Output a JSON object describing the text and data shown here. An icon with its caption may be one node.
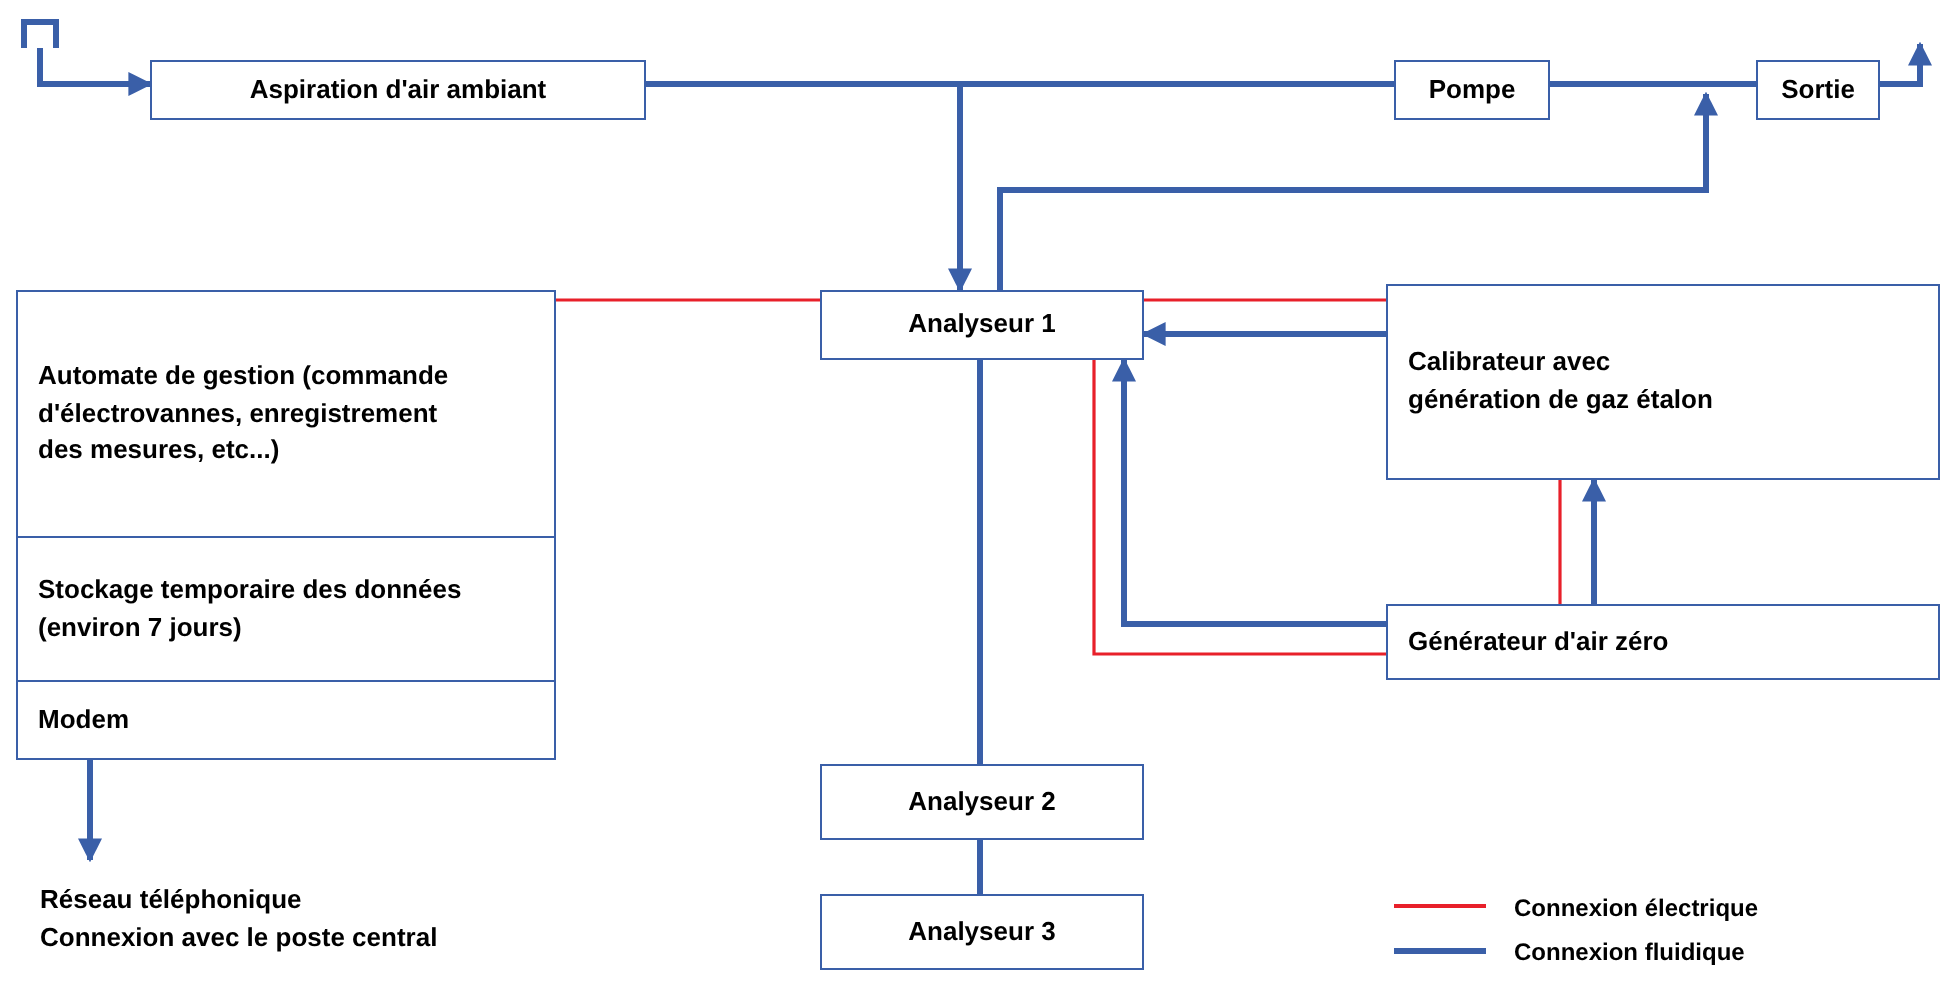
{
  "diagram": {
    "nodes": [
      {
        "text": [
          "Aspiration d'air ambiant"
        ]
      },
      {
        "text": [
          "Pompe"
        ]
      },
      {
        "text": [
          "Sortie"
        ]
      },
      {
        "text": [
          "Automate de gestion (commande d'électrovannes, enregistrement des mesures, etc...)"
        ]
      },
      {
        "text": [
          "Stockage temporaire des données (environ 7 jours)"
        ]
      },
      {
        "text": [
          "Modem"
        ]
      },
      {
        "text": [
          "Analyseur 1"
        ]
      },
      {
        "text": [
          "Calibrateur avec génération de gaz étalon"
        ]
      },
      {
        "text": [
          "Générateur d'air zéro"
        ]
      },
      {
        "text": [
          "Analyseur 2"
        ]
      },
      {
        "text": [
          "Analyseur 3"
        ]
      },
      {
        "text": [
          "Réseau téléphonique",
          "Connexion avec le poste central"
        ]
      },
      {
        "text": [],
        "shape": "picture"
      }
    ],
    "edges": [
      {
        "from": 12,
        "to": 0,
        "arrow": "to"
      },
      {
        "from": 0,
        "to": 1,
        "arrow": "none"
      },
      {
        "from": 1,
        "to": 2,
        "arrow": "none"
      },
      {
        "from": 2,
        "to": null,
        "arrow": "to"
      },
      {
        "from": 0,
        "to": 6,
        "arrow": "to"
      },
      {
        "from": 6,
        "to": 2,
        "arrow": "to"
      },
      {
        "from": 3,
        "to": 6,
        "arrow": "none",
        "color": "#e8202a"
      },
      {
        "from": 6,
        "to": 7,
        "arrow": "none",
        "color": "#e8202a"
      },
      {
        "from": 7,
        "to": 6,
        "arrow": "to"
      },
      {
        "from": 8,
        "to": 6,
        "arrow": "to"
      },
      {
        "from": 8,
        "to": 6,
        "arrow": "none",
        "color": "#e8202a"
      },
      {
        "from": 8,
        "to": 7,
        "arrow": "none",
        "color": "#e8202a"
      },
      {
        "from": 8,
        "to": 7,
        "arrow": "to"
      },
      {
        "from": 6,
        "to": 9,
        "arrow": "none"
      },
      {
        "from": 9,
        "to": 10,
        "arrow": "none"
      },
      {
        "from": 5,
        "to": 11,
        "arrow": "to"
      }
    ],
    "legend": [
      {
        "text": "Connexion électrique",
        "color": "#e8202a"
      },
      {
        "text": "Connexion fluidique",
        "color": "#3a5fa8"
      }
    ]
  }
}
